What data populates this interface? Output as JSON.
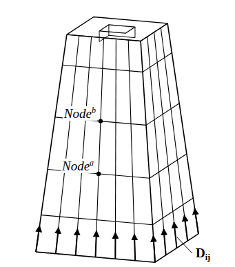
{
  "diagram": {
    "labels": [
      "Node",
      "b",
      "Node",
      "a",
      "D",
      "ij"
    ]
  }
}
